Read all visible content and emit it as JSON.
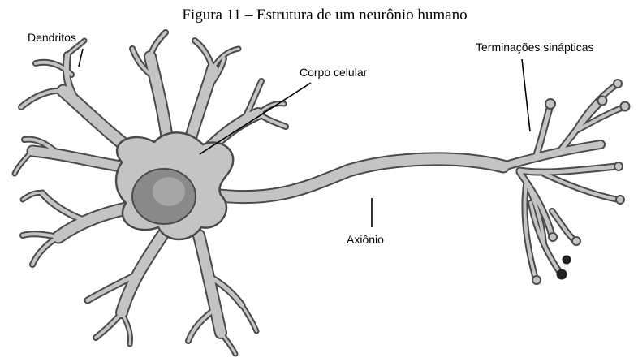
{
  "figure": {
    "title": "Figura 11 – Estrutura de um neurônio humano"
  },
  "labels": {
    "dendrites": "Dendritos",
    "cell_body": "Corpo celular",
    "synaptic_terminals": "Terminações sinápticas",
    "axon": "Axiônio"
  },
  "colors": {
    "membrane_outline": "#4a4a4a",
    "cytoplasm": "#c4c4c4",
    "nucleus": "#8a8a8a",
    "nucleus_highlight": "#a6a6a6",
    "terminal_dark": "#222222"
  }
}
